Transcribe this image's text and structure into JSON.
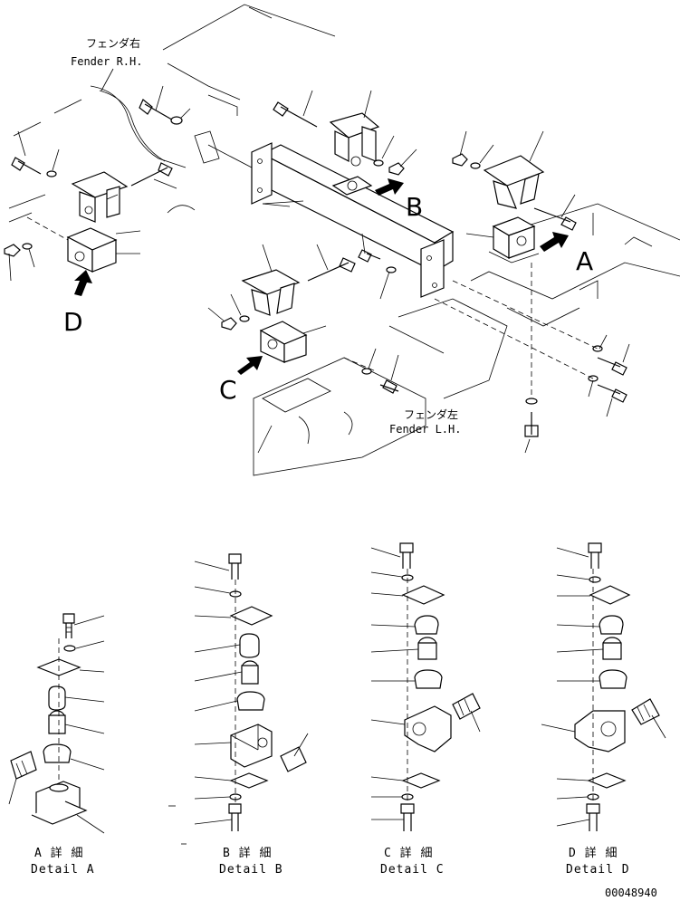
{
  "labels": {
    "fender_rh_jp": "フェンダ右",
    "fender_rh_en": "Fender R.H.",
    "fender_lh_jp": "フェンダ左",
    "fender_lh_en": "Fender L.H.",
    "view_a": "A",
    "view_b": "B",
    "view_c": "C",
    "view_d": "D"
  },
  "details": [
    {
      "jp": "A 詳 細",
      "en": "Detail A"
    },
    {
      "jp": "B 詳 細",
      "en": "Detail B"
    },
    {
      "jp": "C 詳 細",
      "en": "Detail C"
    },
    {
      "jp": "D 詳 細",
      "en": "Detail D"
    }
  ],
  "drawing_number": "00048940"
}
